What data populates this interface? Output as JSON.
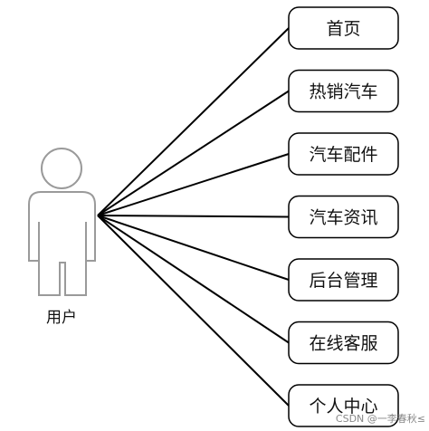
{
  "actor": {
    "label": "用户"
  },
  "use_cases": [
    {
      "label": "首页"
    },
    {
      "label": "热销汽车"
    },
    {
      "label": "汽车配件"
    },
    {
      "label": "汽车资讯"
    },
    {
      "label": "后台管理"
    },
    {
      "label": "在线客服"
    },
    {
      "label": "个人中心"
    }
  ],
  "watermark": "CSDN @一李春秋≤"
}
